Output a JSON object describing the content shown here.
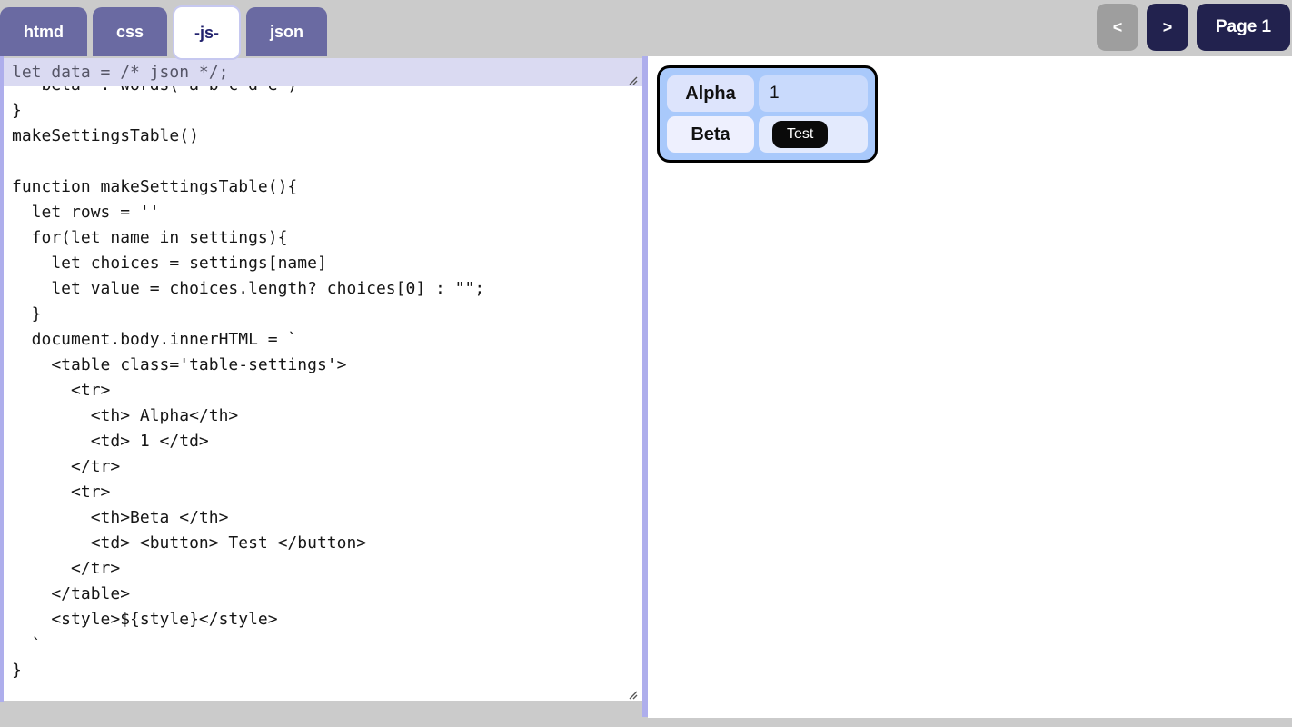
{
  "tabs": [
    {
      "label": "htmd",
      "active": false
    },
    {
      "label": "css",
      "active": false
    },
    {
      "label": "-js-",
      "active": true
    },
    {
      "label": "json",
      "active": false
    }
  ],
  "nav": {
    "prev_label": "<",
    "next_label": ">",
    "page_label": "Page 1"
  },
  "editor": {
    "json_line": "let data = /* json */;",
    "code": "  'beta' : words('a b c d e')\n}\nmakeSettingsTable()\n\nfunction makeSettingsTable(){\n  let rows = ''\n  for(let name in settings){\n    let choices = settings[name]\n    let value = choices.length? choices[0] : \"\";\n  }\n  document.body.innerHTML = `\n    <table class='table-settings'>\n      <tr>\n        <th> Alpha</th>\n        <td> 1 </td>\n      </tr>\n      <tr>\n        <th>Beta </th>\n        <td> <button> Test </button>\n      </tr>\n    </table>\n    <style>${style}</style>\n  `\n}"
  },
  "preview": {
    "table": {
      "rows": [
        {
          "header": "Alpha",
          "value": "1",
          "value_type": "text"
        },
        {
          "header": "Beta",
          "value": "Test",
          "value_type": "button"
        }
      ]
    }
  },
  "colors": {
    "tab_purple": "#6a6aa2",
    "active_tab_text": "#22226e",
    "nav_navy": "#22224e",
    "disabled_gray": "#9e9e9e",
    "divider_periwinkle": "#aeaeec",
    "editor_lavender": "#dadaf2",
    "preview_table_bg": "#a9c9fb",
    "test_button_bg": "#0a0a0a"
  }
}
